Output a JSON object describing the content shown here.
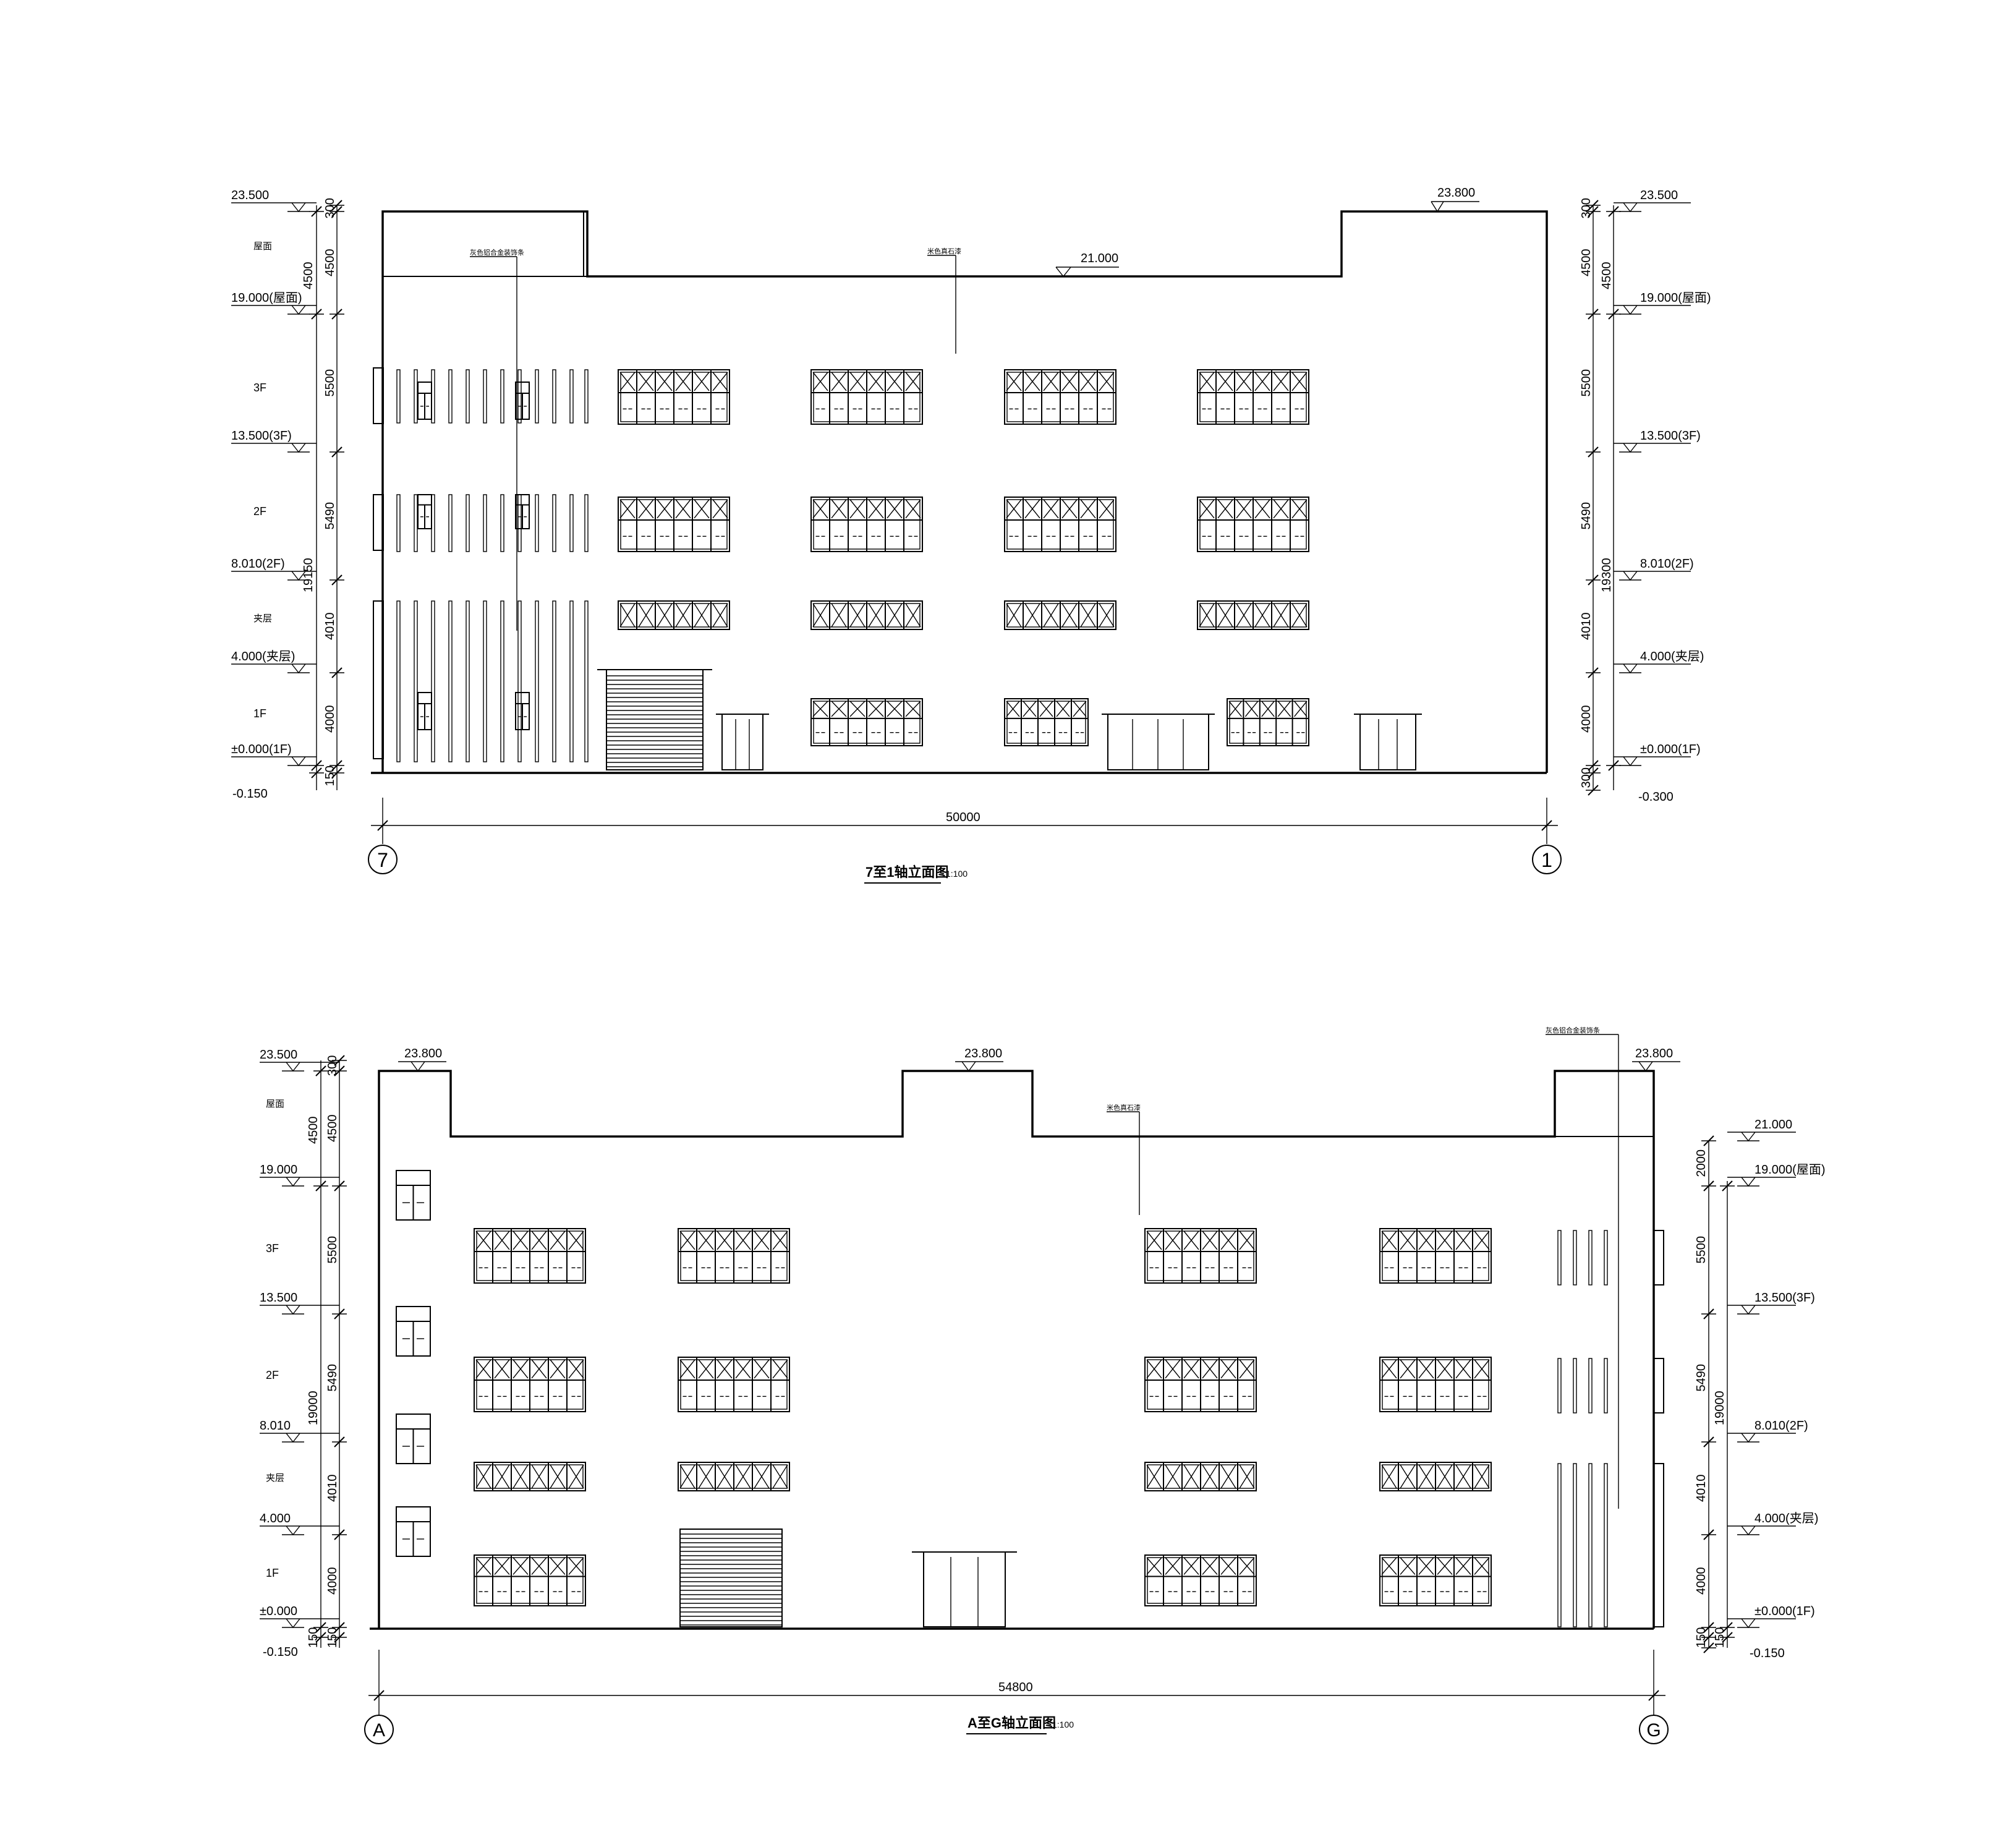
{
  "drawings": [
    {
      "title": "7至1轴立面图",
      "scale": "1:100",
      "axis_left": "7",
      "axis_right": "1",
      "overall_width": "50000",
      "left_levels": [
        {
          "label": "23.500"
        },
        {
          "label": "19.000(屋面)"
        },
        {
          "label": "13.500(3F)"
        },
        {
          "label": "8.010(2F)"
        },
        {
          "label": "4.000(夹层)"
        },
        {
          "label": "±0.000(1F)"
        },
        {
          "label": "-0.150"
        }
      ],
      "left_floor_names": [
        "屋面",
        "3F",
        "2F",
        "夹层",
        "1F"
      ],
      "left_dims_inner": [
        "300",
        "4500",
        "5500",
        "5490",
        "4010",
        "4000",
        "150"
      ],
      "left_dims_outer": [
        "4500",
        "19150"
      ],
      "right_levels": [
        {
          "label": "23.500"
        },
        {
          "label": "19.000(屋面)"
        },
        {
          "label": "13.500(3F)"
        },
        {
          "label": "8.010(2F)"
        },
        {
          "label": "4.000(夹层)"
        },
        {
          "label": "±0.000(1F)"
        },
        {
          "label": "-0.300"
        }
      ],
      "right_dims_inner": [
        "300",
        "4500",
        "5500",
        "5490",
        "4010",
        "4000",
        "300"
      ],
      "right_dims_outer": [
        "4500",
        "19300"
      ],
      "roof_marks": [
        "23.800",
        "21.000"
      ],
      "notes": [
        "灰色铝合金装饰条",
        "米色真石漆"
      ]
    },
    {
      "title": "A至G轴立面图",
      "scale": "1:100",
      "axis_left": "A",
      "axis_right": "G",
      "overall_width": "54800",
      "left_levels": [
        {
          "label": "23.500"
        },
        {
          "label": "19.000"
        },
        {
          "label": "13.500"
        },
        {
          "label": "8.010"
        },
        {
          "label": "4.000"
        },
        {
          "label": "±0.000"
        },
        {
          "label": "-0.150"
        }
      ],
      "left_floor_names": [
        "屋面",
        "3F",
        "2F",
        "夹层",
        "1F"
      ],
      "left_dims_inner": [
        "300",
        "4500",
        "5500",
        "5490",
        "4010",
        "4000",
        "150"
      ],
      "left_dims_outer": [
        "4500",
        "19000",
        "150"
      ],
      "right_levels": [
        {
          "label": "21.000"
        },
        {
          "label": "19.000(屋面)"
        },
        {
          "label": "13.500(3F)"
        },
        {
          "label": "8.010(2F)"
        },
        {
          "label": "4.000(夹层)"
        },
        {
          "label": "±0.000(1F)"
        },
        {
          "label": "-0.150"
        }
      ],
      "right_dims_inner": [
        "2000",
        "5500",
        "5490",
        "4010",
        "4000",
        "150"
      ],
      "right_dims_outer": [
        "19000",
        "150"
      ],
      "roof_marks": [
        "23.800",
        "23.800",
        "23.800"
      ],
      "notes": [
        "灰色铝合金装饰条",
        "米色真石漆"
      ]
    }
  ]
}
